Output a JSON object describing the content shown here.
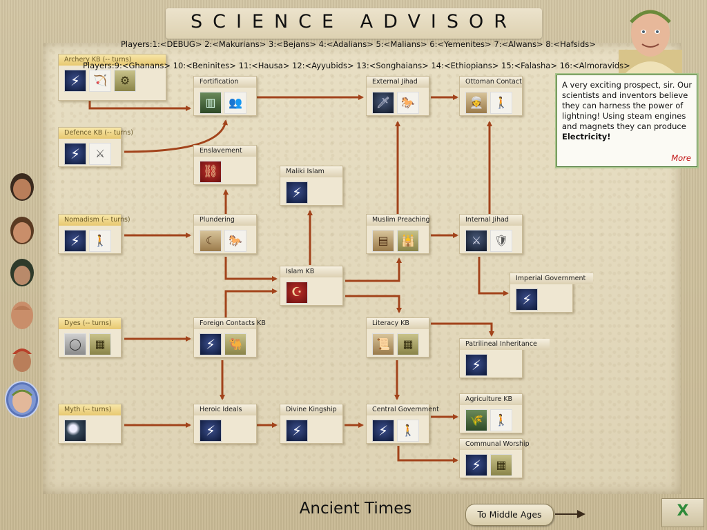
{
  "title": "SCIENCE ADVISOR",
  "players_line1": "Players:1:<DEBUG> 2:<Makurians> 3:<Bejans> 4:<Adalians> 5:<Malians> 6:<Yemenites> 7:<Alwans> 8:<Hafsids>",
  "players_line2": "Players:9:<Ghanans> 10:<Beninites> 11:<Hausa> 12:<Ayyubids> 13:<Songhaians> 14:<Ethiopians> 15:<Falasha> 16:<Almoravids>",
  "advisor": {
    "speech_part1": "A very exciting prospect, sir. Our scientists and inventors believe they can harness the power of lightning! Using steam engines and magnets they can produce ",
    "speech_bold": "Electricity!",
    "more_label": "More"
  },
  "techs": {
    "archery": {
      "name": "Archery KB (-- turns)"
    },
    "defence": {
      "name": "Defence KB (-- turns)"
    },
    "nomadism": {
      "name": "Nomadism (-- turns)"
    },
    "dyes": {
      "name": "Dyes (-- turns)"
    },
    "myth": {
      "name": "Myth (-- turns)"
    },
    "fortification": {
      "name": "Fortification"
    },
    "enslavement": {
      "name": "Enslavement"
    },
    "plundering": {
      "name": "Plundering"
    },
    "foreign_contacts": {
      "name": "Foreign Contacts KB"
    },
    "heroic_ideals": {
      "name": "Heroic Ideals"
    },
    "maliki_islam": {
      "name": "Maliki Islam"
    },
    "islam": {
      "name": "Islam KB"
    },
    "divine_kingship": {
      "name": "Divine Kingship"
    },
    "external_jihad": {
      "name": "External Jihad"
    },
    "muslim_preaching": {
      "name": "Muslim Preaching"
    },
    "literacy": {
      "name": "Literacy KB"
    },
    "central_government": {
      "name": "Central Government"
    },
    "ottoman_contact": {
      "name": "Ottoman Contact"
    },
    "internal_jihad": {
      "name": "Internal Jihad"
    },
    "imperial_government": {
      "name": "Imperial Government"
    },
    "patrilineal_inheritance": {
      "name": "Patrilineal Inheritance"
    },
    "agriculture": {
      "name": "Agriculture KB"
    },
    "communal_worship": {
      "name": "Communal Worship"
    }
  },
  "icons": {
    "advance": "lightning-bolt-icon",
    "unit": "unit-icon",
    "building": "building-icon"
  },
  "era": {
    "current": "Ancient Times",
    "next_button": "To Middle Ages"
  },
  "close_label": "X",
  "colors": {
    "arrow": "#a2431b",
    "known_header": "#e8c870",
    "speech_border": "#4f7a3a",
    "more_link": "#c01010",
    "close_x": "#2e8a3a"
  }
}
